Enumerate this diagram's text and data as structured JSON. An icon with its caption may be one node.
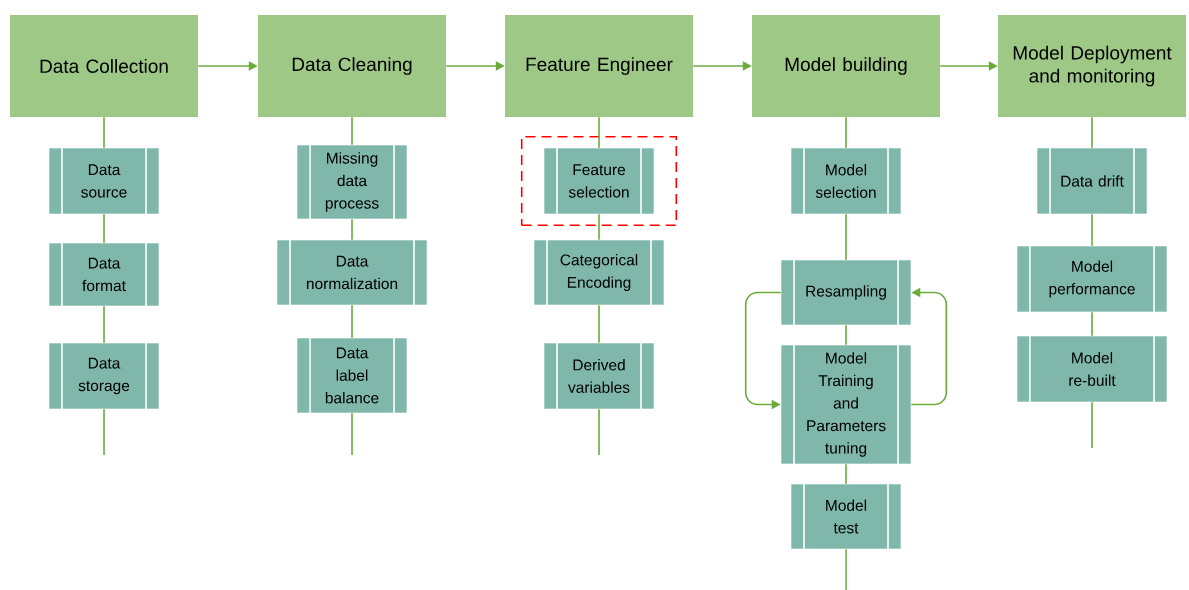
{
  "diagram": {
    "nodes": [
      {
        "text": [
          "Data Collection"
        ]
      },
      {
        "text": [
          "Data Cleaning"
        ]
      },
      {
        "text": [
          "Feature Engineer"
        ]
      },
      {
        "text": [
          "Model building"
        ]
      },
      {
        "text": [
          "Model Deployment and monitoring"
        ]
      },
      {
        "text": [
          "Data source"
        ]
      },
      {
        "text": [
          "Data format"
        ]
      },
      {
        "text": [
          "Data storage"
        ]
      },
      {
        "text": [
          "Missing data process"
        ]
      },
      {
        "text": [
          "Data normalization"
        ]
      },
      {
        "text": [
          "Data label balance"
        ]
      },
      {
        "text": [],
        "shape": "box"
      },
      {
        "text": [
          "Feature selection"
        ],
        "in": 11
      },
      {
        "text": [
          "Categorical Encoding"
        ]
      },
      {
        "text": [
          "Derived variables"
        ]
      },
      {
        "text": [
          "Model selection"
        ]
      },
      {
        "text": [
          "Resampling"
        ]
      },
      {
        "text": [
          "Model Training and Parameters tuning"
        ]
      },
      {
        "text": [
          "Model test"
        ]
      },
      {
        "text": [
          "Data drift"
        ]
      },
      {
        "text": [
          "Model performance"
        ]
      },
      {
        "text": [
          "Model re-built"
        ]
      }
    ],
    "edges": [
      {
        "from": 0,
        "to": 1,
        "arrow": "to"
      },
      {
        "from": 1,
        "to": 2,
        "arrow": "to"
      },
      {
        "from": 2,
        "to": 3,
        "arrow": "to"
      },
      {
        "from": 3,
        "to": 4,
        "arrow": "to"
      },
      {
        "from": 0,
        "to": 5,
        "arrow": "none"
      },
      {
        "from": 5,
        "to": 6,
        "arrow": "none"
      },
      {
        "from": 6,
        "to": 7,
        "arrow": "none"
      },
      {
        "from": 7,
        "to": null,
        "arrow": "none"
      },
      {
        "from": 1,
        "to": 8,
        "arrow": "none"
      },
      {
        "from": 8,
        "to": 9,
        "arrow": "none"
      },
      {
        "from": 9,
        "to": 10,
        "arrow": "none"
      },
      {
        "from": 10,
        "to": null,
        "arrow": "none"
      },
      {
        "from": 2,
        "to": 12,
        "arrow": "none"
      },
      {
        "from": 12,
        "to": 13,
        "arrow": "none"
      },
      {
        "from": 13,
        "to": 14,
        "arrow": "none"
      },
      {
        "from": 14,
        "to": null,
        "arrow": "none"
      },
      {
        "from": 3,
        "to": 15,
        "arrow": "none"
      },
      {
        "from": 15,
        "to": 16,
        "arrow": "none"
      },
      {
        "from": 16,
        "to": 17,
        "arrow": "none"
      },
      {
        "from": 17,
        "to": 18,
        "arrow": "none"
      },
      {
        "from": 18,
        "to": null,
        "arrow": "none"
      },
      {
        "from": 16,
        "to": 17,
        "arrow": "to"
      },
      {
        "from": 17,
        "to": 16,
        "arrow": "to"
      },
      {
        "from": 4,
        "to": 19,
        "arrow": "none"
      },
      {
        "from": 19,
        "to": 20,
        "arrow": "none"
      },
      {
        "from": 20,
        "to": 21,
        "arrow": "none"
      },
      {
        "from": 21,
        "to": null,
        "arrow": "none"
      }
    ]
  }
}
